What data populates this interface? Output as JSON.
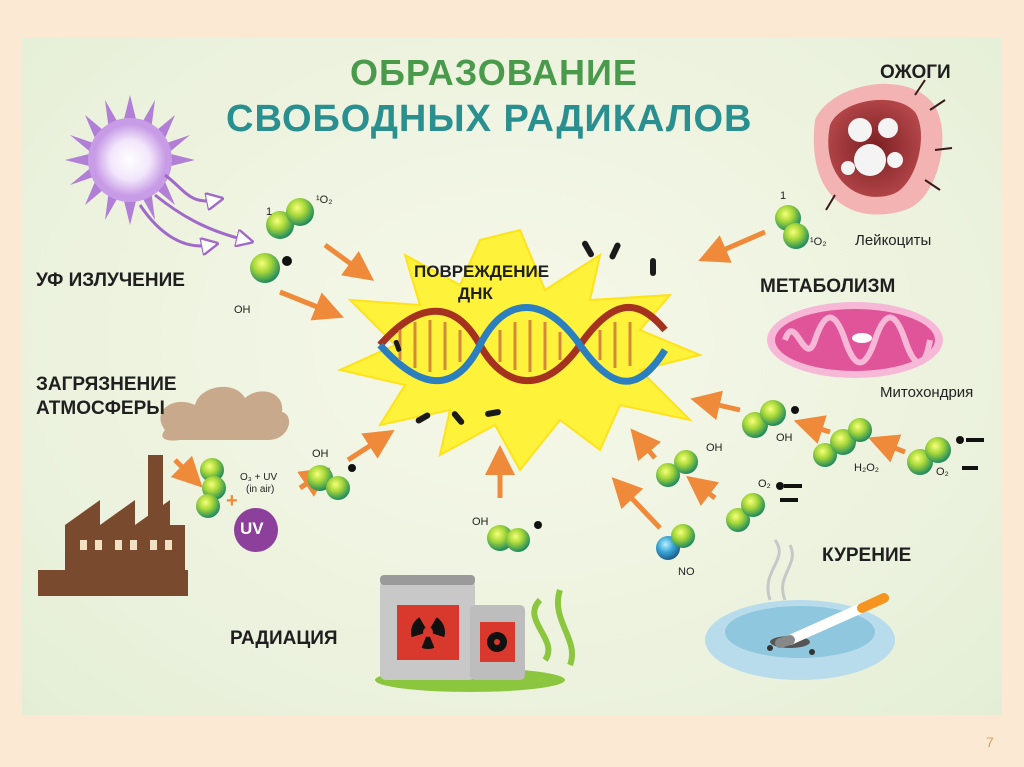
{
  "title": {
    "line1": "ОБРАЗОВАНИЕ",
    "line2": "СВОБОДНЫХ РАДИКАЛОВ"
  },
  "center_label": {
    "line1": "ПОВРЕЖДЕНИЕ",
    "line2": "ДНК"
  },
  "sources": {
    "uv": "УФ ИЗЛУЧЕНИЕ",
    "pollution_line1": "ЗАГРЯЗНЕНИЕ",
    "pollution_line2": "АТМОСФЕРЫ",
    "radiation": "РАДИАЦИЯ",
    "smoking": "КУРЕНИЕ",
    "metabolism": "МЕТАБОЛИЗМ",
    "burns": "ОЖОГИ"
  },
  "sublabels": {
    "leukocytes": "Лейкоциты",
    "mitochondria": "Митохондрия",
    "uv_badge": "UV",
    "plus": "+",
    "o3_uv": "O₃ + UV",
    "in_air": "(in air)"
  },
  "molecules": {
    "singlet_1": "1",
    "singlet_o2": "¹O₂",
    "oh": "OH",
    "o2": "O₂",
    "h2o2": "H₂O₂",
    "no": "NO"
  },
  "slide_number": "7",
  "colors": {
    "title_green": "#4a9a4c",
    "title_teal": "#2a8f8f",
    "arrow_orange": "#ee8a3a",
    "burst_yellow": "#fff23a",
    "sun_purple": "#b27fd6",
    "uv_badge": "#8c3f9b",
    "molecule_green": "#9fd53a",
    "factory_brown": "#7a4a2e",
    "mito_pink": "#e0559a"
  }
}
